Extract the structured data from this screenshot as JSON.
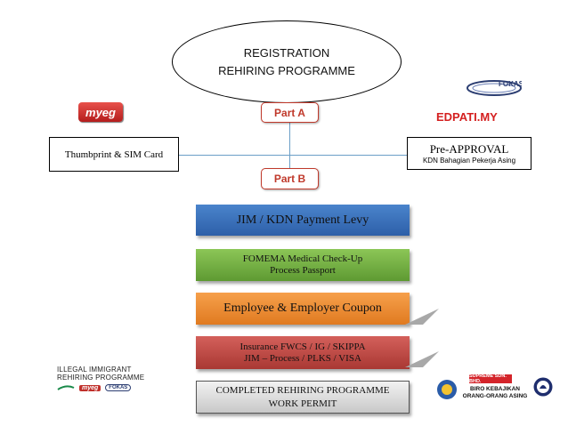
{
  "title": {
    "line1": "REGISTRATION",
    "line2": "REHIRING PROGRAMME"
  },
  "part_a": "Part A",
  "part_b": "Part B",
  "left_box": "Thumbprint & SIM Card",
  "right_box": {
    "title": "Pre-APPROVAL",
    "subtitle": "KDN Bahagian Pekerja Asing"
  },
  "brand": {
    "edpati": "EDPATI.MY",
    "myeg": "myeg",
    "fokas": "FOKAS"
  },
  "steps": [
    {
      "line1": "JIM / KDN  Payment Levy",
      "color": "#3a72bd"
    },
    {
      "line1": "FOMEMA Medical Check-Up",
      "line2": "Process Passport",
      "color": "#78b243"
    },
    {
      "line1": "Employee & Employer Coupon",
      "color": "#ee8c35"
    },
    {
      "line1": "Insurance FWCS / IG / SKIPPA",
      "line2": "JIM – Process  / PLKS / VISA",
      "color": "#be4a45"
    },
    {
      "line1": "COMPLETED REHIRING PROGRAMME",
      "line2": "WORK PERMIT",
      "color": "#dcdcdc"
    }
  ],
  "footer_left": {
    "line1": "ILLEGAL IMMIGRANT",
    "line2": "REHIRING PROGRAMME",
    "myeg": "myeg",
    "fokas": "FOKAS"
  },
  "footer_right": {
    "banner": "SUPREME SDN. BHD.",
    "line1": "BIRO KEBAJIKAN",
    "line2": "ORANG-ORANG ASING"
  }
}
